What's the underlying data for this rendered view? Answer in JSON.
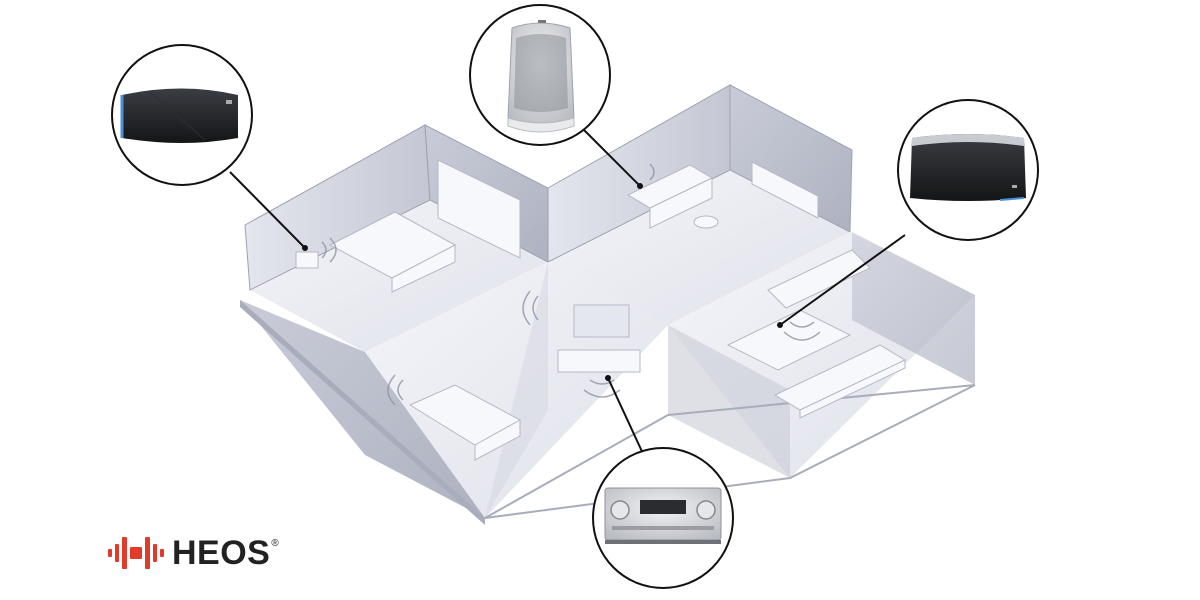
{
  "brand": {
    "name": "HEOS",
    "registered_mark": "®",
    "color": "#e03a2a"
  },
  "callouts": [
    {
      "name": "bedroom-speaker-callout",
      "device": "heos-3-speaker"
    },
    {
      "name": "office-speaker-callout",
      "device": "heos-1-speaker"
    },
    {
      "name": "kitchen-speaker-callout",
      "device": "heos-5-speaker"
    },
    {
      "name": "living-room-amplifier-callout",
      "device": "marantz-av-receiver"
    }
  ],
  "colors": {
    "wall": "#d9dce6",
    "wall_dark": "#b9bcc8",
    "floor": "#eef0f5",
    "line": "#111111",
    "speaker_black": "#1d1f22",
    "speaker_silver": "#cfd2d6"
  }
}
